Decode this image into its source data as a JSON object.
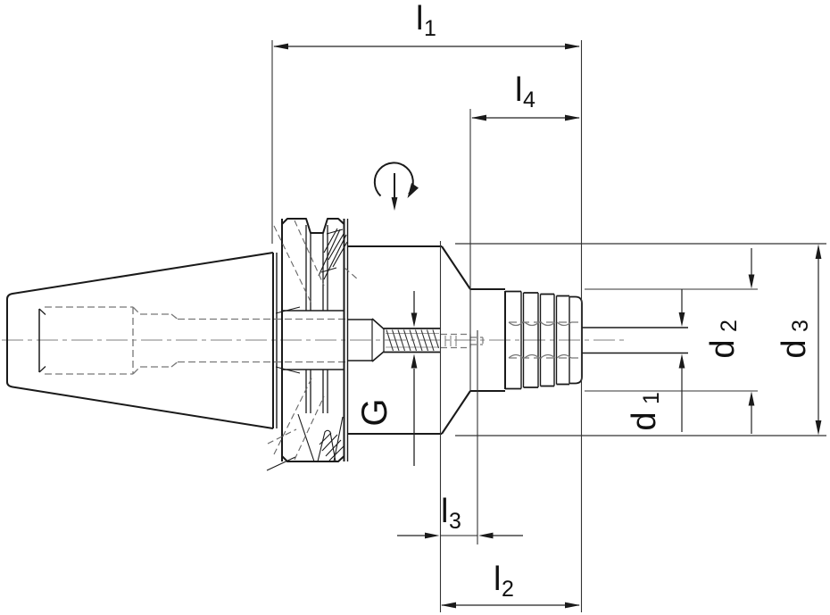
{
  "drawing": {
    "type": "technical-drawing",
    "subject": "collet-chuck tool holder side view with SK taper, V-flange, coupling thread and clamping nut",
    "background": "#ffffff",
    "line_color": "#1a1a1a",
    "dimension_line_color": "#222222",
    "hidden_line_color": "#777777",
    "centerline_color": "#999999"
  },
  "labels": {
    "l1": {
      "base": "l",
      "sub": "1"
    },
    "l2": {
      "base": "l",
      "sub": "2"
    },
    "l3": {
      "base": "l",
      "sub": "3"
    },
    "l4": {
      "base": "l",
      "sub": "4"
    },
    "d1": {
      "base": "d",
      "sub": "1"
    },
    "d2": {
      "base": "d",
      "sub": "2"
    },
    "d3": {
      "base": "d",
      "sub": "3"
    },
    "thread": {
      "base": "G",
      "sub": ""
    }
  },
  "icons": {
    "rotation_direction": "clockwise-rotation-arrow"
  }
}
